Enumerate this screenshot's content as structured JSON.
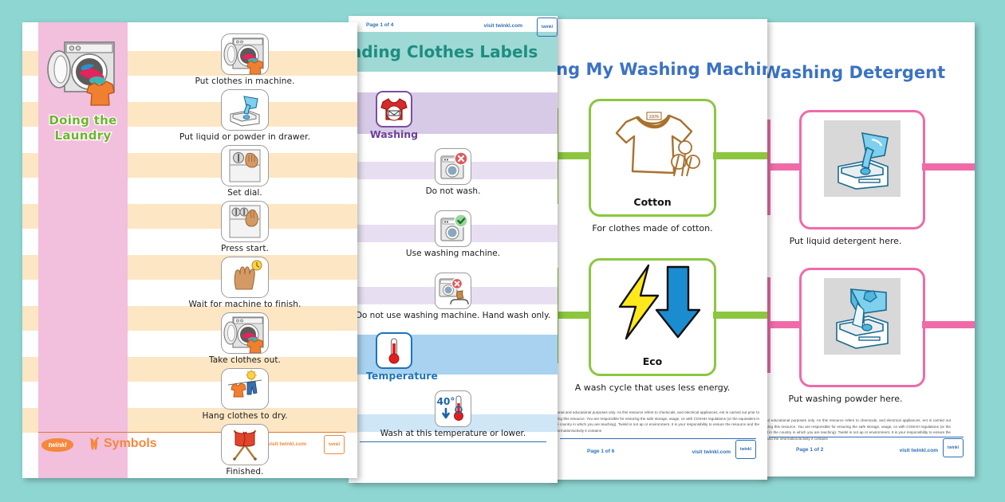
{
  "background_color": "#8ed6d2",
  "sheet1": {
    "name": "Doing the Laundry visual routine",
    "title": "Doing the\nLaundry",
    "title_line1": "Doing the",
    "title_line2": "Laundry",
    "title_color": "#6fb32e",
    "rail_color": "#f2bfdd",
    "stripe_color": "#fde6c4",
    "hero_icon": "washing-machine-with-clothes-icon",
    "steps": [
      {
        "icon": "put-clothes-in-machine-icon",
        "label": "Put clothes in machine."
      },
      {
        "icon": "detergent-drawer-icon",
        "label": "Put liquid or powder in drawer."
      },
      {
        "icon": "set-dial-icon",
        "label": "Set dial."
      },
      {
        "icon": "press-start-icon",
        "label": "Press start."
      },
      {
        "icon": "wait-hand-clock-icon",
        "label": "Wait for machine to finish."
      },
      {
        "icon": "take-clothes-out-icon",
        "label": "Take clothes out."
      },
      {
        "icon": "hang-clothes-to-dry-icon",
        "label": "Hang clothes to dry."
      },
      {
        "icon": "finished-flags-icon",
        "label": "Finished."
      }
    ],
    "footer": {
      "brand": "twinkl",
      "product": "Symbols",
      "visit": "visit twinkl.com",
      "badge": "twinkl",
      "accent_color": "#f5883c"
    }
  },
  "sheet2": {
    "name": "Understanding Clothes Labels",
    "title": "nding Clothes Labels",
    "full_title": "Understanding Clothes Labels",
    "banner_color": "#9fd9d6",
    "title_color": "#1d8d80",
    "sections": [
      {
        "heading": "Washing",
        "heading_icon": "washing-label-tshirt-icon",
        "accent": "#6d3f99",
        "band_color": "#d7cae6",
        "rows": [
          {
            "icon": "do-not-wash-icon",
            "label": "Do not wash."
          },
          {
            "icon": "use-washing-machine-icon",
            "label": "Use washing machine."
          },
          {
            "icon": "hand-wash-only-icon",
            "label": "Do not use washing machine. Hand wash only."
          }
        ]
      },
      {
        "heading": "Temperature",
        "heading_icon": "thermometer-icon",
        "accent": "#1c74bb",
        "band_color": "#a8d2ef",
        "rows": [
          {
            "icon": "forty-degrees-thermometer-icon",
            "label": "Wash at this temperature or lower.",
            "value": "40°"
          }
        ]
      }
    ],
    "footer": {
      "page": "Page 1 of 4",
      "visit": "visit twinkl.com",
      "badge": "twinkl",
      "accent_color": "#2d6fb5"
    }
  },
  "sheet3": {
    "name": "Using My Washing Machine",
    "title": "ing My Washing Machine",
    "full_title": "Using My Washing Machine",
    "title_color": "#3b72c4",
    "accent_color": "#8cc63f",
    "cards": [
      {
        "icon": "cotton-tshirt-icon",
        "name": "Cotton",
        "caption": "For clothes made of cotton."
      },
      {
        "icon": "eco-lightning-arrow-icon",
        "name": "Eco",
        "caption": "A wash cycle that uses less energy."
      }
    ],
    "disclaimer": "ational and educational purposes only. As this resource refers to chemicals, and electrical appliances, ent is carried out prior to using this resource. You are responsible for ensuring the safe storage, usage, ce with COSHH regulations (or the equivalent in the country in which you are teaching). Twinkl is not ap or environment. It is your responsibility to ensure the resource and the information/activity it contains",
    "footer": {
      "page": "Page 1 of 6",
      "visit": "visit twinkl.com",
      "badge": "twinkl",
      "accent_color": "#2d6fb5"
    }
  },
  "sheet4": {
    "name": "Washing Detergent",
    "title": "Washing Detergent",
    "title_color": "#3b72c4",
    "accent_color": "#ef6ba8",
    "cards": [
      {
        "icon": "liquid-detergent-drawer-photo",
        "caption": "Put liquid detergent here."
      },
      {
        "icon": "washing-powder-drawer-photo",
        "caption": "Put washing powder here."
      }
    ],
    "disclaimer": "ational and educational purposes only. As this resource refers to chemicals, and electrical appliances, ent is carried out prior to using this resource. You are responsible for ensuring the safe storage, usage, ce with COSHH regulations (or the equivalent in the country in which you are teaching). Twinkl is not ap or environment. It is your responsibility to ensure the resource and the information/activity it contains",
    "footer": {
      "page": "Page 1 of 2",
      "visit": "visit twinkl.com",
      "badge": "twinkl",
      "accent_color": "#2d6fb5"
    }
  }
}
